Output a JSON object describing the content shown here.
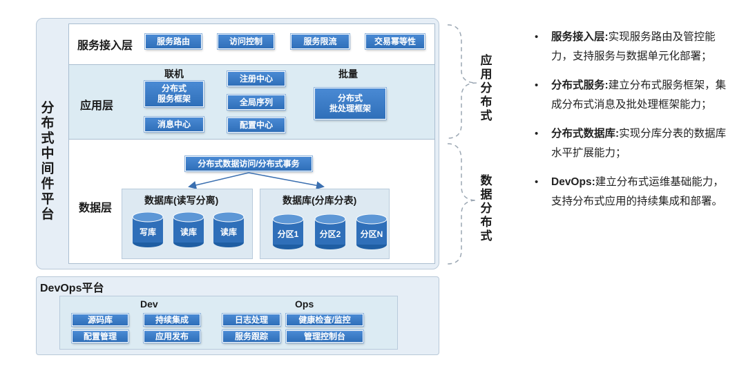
{
  "platform_title": "分布式中间件平台",
  "service_layer": {
    "label": "服务接入层",
    "buttons": [
      "服务路由",
      "访问控制",
      "服务限流",
      "交易幂等性"
    ]
  },
  "app_layer": {
    "label": "应用层",
    "online_heading": "联机",
    "batch_heading": "批量",
    "framework_btn_1": "分布式",
    "framework_btn_2": "服务框架",
    "msg_btn": "消息中心",
    "reg_btn": "注册中心",
    "seq_btn": "全局序列",
    "cfg_btn": "配置中心",
    "batch_btn_1": "分布式",
    "batch_btn_2": "批处理框架"
  },
  "data_layer": {
    "label": "数据层",
    "access_btn": "分布式数据访问/分布式事务",
    "rw_title": "数据库(读写分离)",
    "rw_dbs": [
      "写库",
      "读库",
      "读库"
    ],
    "shard_title": "数据库(分库分表)",
    "shard_dbs": [
      "分区1",
      "分区2",
      "分区N"
    ]
  },
  "devops": {
    "title": "DevOps平台",
    "dev_heading": "Dev",
    "ops_heading": "Ops",
    "buttons": [
      "源码库",
      "持续集成",
      "日志处理",
      "健康检查/监控",
      "配置管理",
      "应用发布",
      "服务跟踪",
      "管理控制台"
    ]
  },
  "side_labels": {
    "app_distributed": "应用分布式",
    "data_distributed": "数据分布式"
  },
  "bullets": [
    {
      "bold": "服务接入层:",
      "text": "实现服务路由及管控能力，支持服务与数据单元化部署；"
    },
    {
      "bold": "分布式服务:",
      "text": "建立分布式服务框架，集成分布式消息及批处理框架能力；"
    },
    {
      "bold": "分布式数据库:",
      "text": "实现分库分表的数据库水平扩展能力；"
    },
    {
      "bold": "DevOps:",
      "text": "建立分布式运维基础能力，支持分布式应用的持续集成和部署。"
    }
  ],
  "colors": {
    "button": "#2f6fb9",
    "panel": "#e6eef6",
    "band": "#dcebf3"
  }
}
